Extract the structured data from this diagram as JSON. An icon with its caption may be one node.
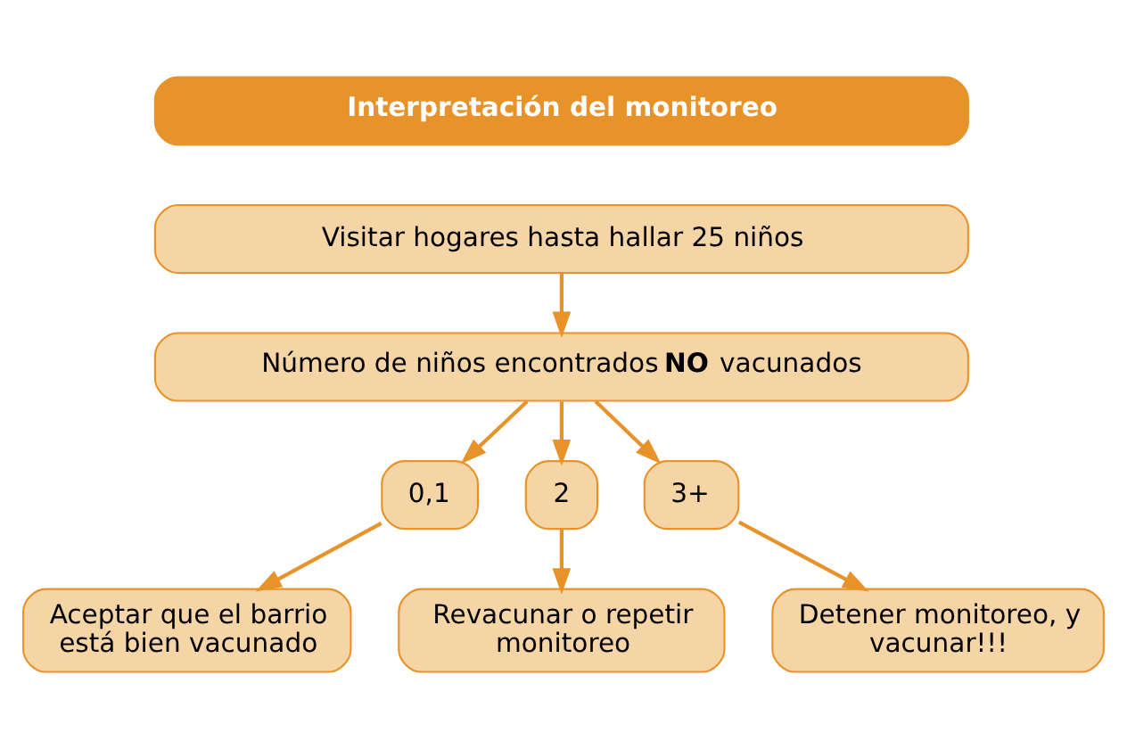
{
  "diagram": {
    "nodes": [
      {
        "text": [
          "Interpretación del monitoreo"
        ]
      },
      {
        "text": [
          "Visitar hogares hasta hallar 25 niños"
        ]
      },
      {
        "text": [
          "Número de niños encontrados **NO** vacunados"
        ]
      },
      {
        "text": [
          "0,1"
        ]
      },
      {
        "text": [
          "2"
        ]
      },
      {
        "text": [
          "3+"
        ]
      },
      {
        "text": [
          "Aceptar que el barrio está bien vacunado"
        ]
      },
      {
        "text": [
          "Revacunar o repetir monitoreo"
        ]
      },
      {
        "text": [
          "Detener monitoreo, y vacunar!!!"
        ]
      }
    ],
    "edges": [
      {
        "from": 1,
        "to": 2,
        "arrow": "to"
      },
      {
        "from": 2,
        "to": 3,
        "arrow": "to"
      },
      {
        "from": 2,
        "to": 4,
        "arrow": "to"
      },
      {
        "from": 2,
        "to": 5,
        "arrow": "to"
      },
      {
        "from": 3,
        "to": 6,
        "arrow": "to"
      },
      {
        "from": 4,
        "to": 7,
        "arrow": "to"
      },
      {
        "from": 5,
        "to": 8,
        "arrow": "to"
      }
    ]
  }
}
